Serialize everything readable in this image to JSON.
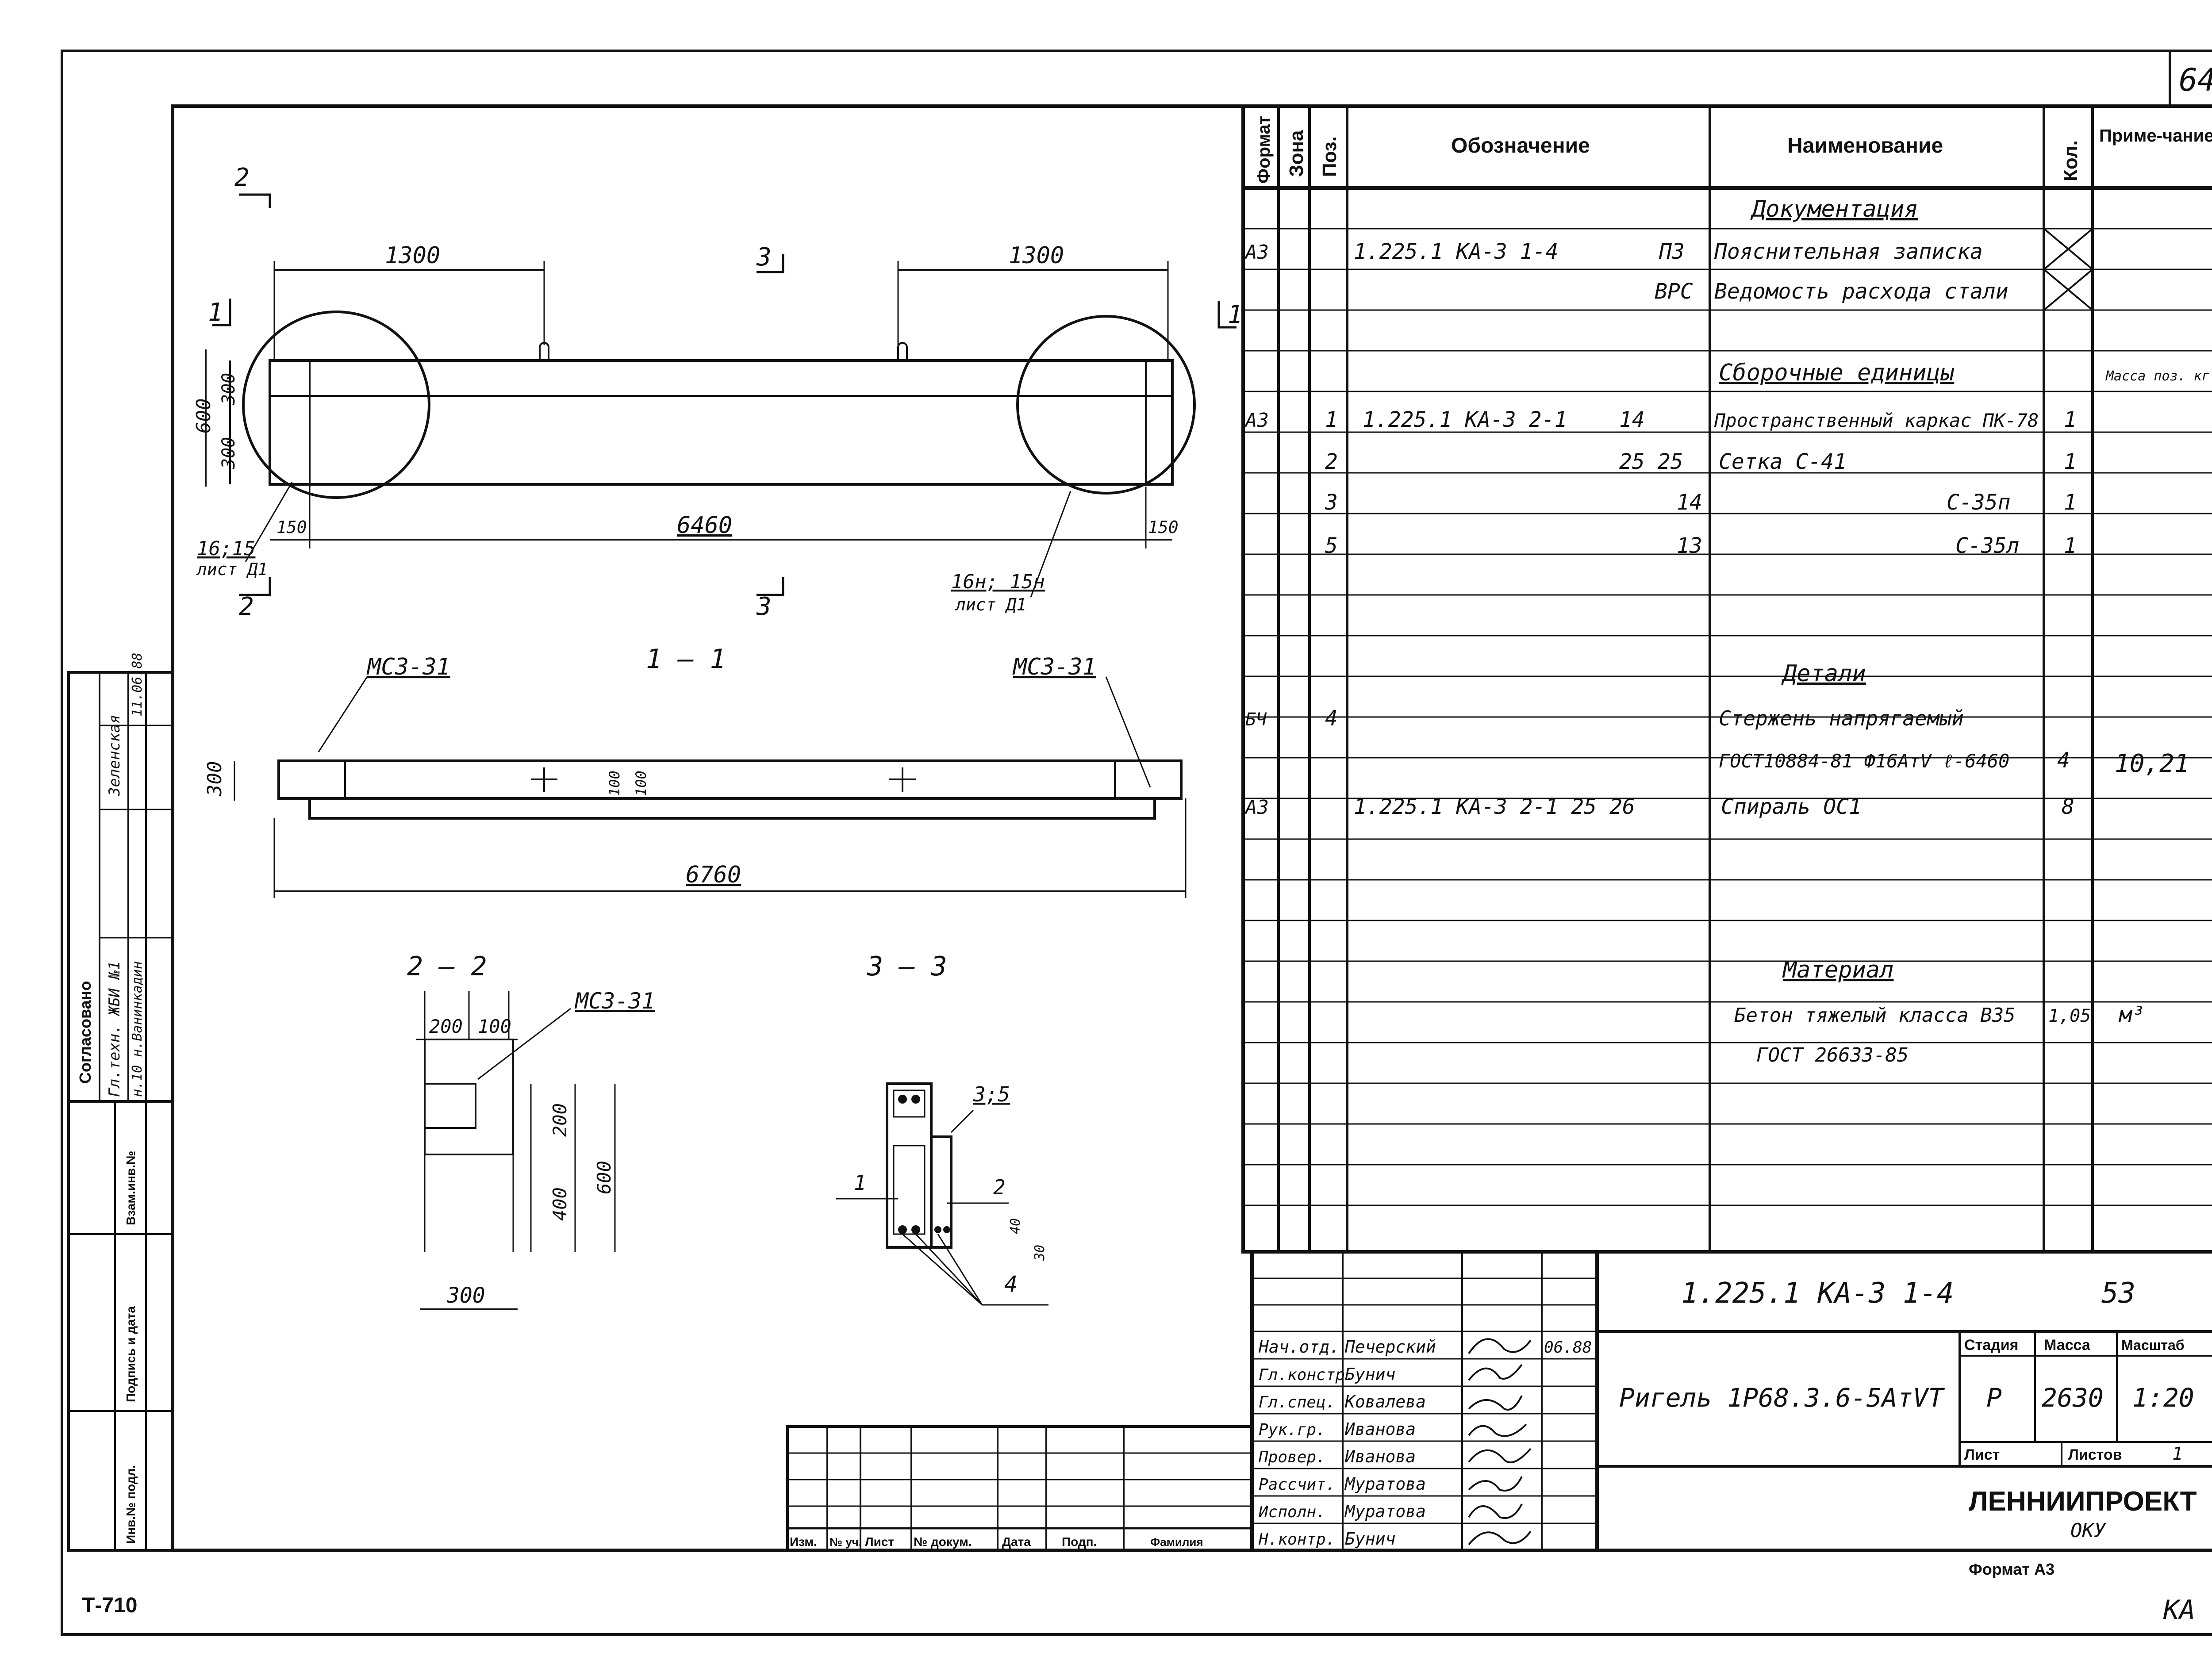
{
  "page": {
    "number": "64",
    "corner_code": "Т-710",
    "corner_mark": "КА"
  },
  "spec_header": {
    "format": "Формат",
    "zone": "Зона",
    "pos": "Поз.",
    "designation": "Обозначение",
    "name": "Наименование",
    "qty": "Кол.",
    "note": "Приме-чание"
  },
  "spec_sections": {
    "documentation": "Документация",
    "assembly": "Сборочные единицы",
    "details": "Детали",
    "material": "Материал"
  },
  "spec_rows": [
    {
      "format": "А3",
      "zone": "",
      "pos": "",
      "designation": "1.225.1 КА-3 1-4",
      "sheet": "ПЗ",
      "name": "Пояснительная записка",
      "qty": "X",
      "note": ""
    },
    {
      "format": "",
      "zone": "",
      "pos": "",
      "designation": "",
      "sheet": "ВРС",
      "name": "Ведомость расхода стали",
      "qty": "X",
      "note": ""
    },
    {
      "format": "",
      "zone": "",
      "pos": "",
      "designation": "",
      "sheet": "",
      "name": "",
      "qty": "",
      "note": "Масса поз. кг"
    },
    {
      "format": "А3",
      "zone": "",
      "pos": "1",
      "designation": "1.225.1 КА-3 2-1",
      "sheet": "14",
      "name": "Пространственный каркас ПК-78",
      "qty": "1",
      "note": ""
    },
    {
      "format": "",
      "zone": "",
      "pos": "2",
      "designation": "",
      "sheet": "25 25",
      "name": "Сетка С-41",
      "qty": "1",
      "note": ""
    },
    {
      "format": "",
      "zone": "",
      "pos": "3",
      "designation": "",
      "sheet": "14",
      "name": "С-35п",
      "qty": "1",
      "note": ""
    },
    {
      "format": "",
      "zone": "",
      "pos": "5",
      "designation": "",
      "sheet": "13",
      "name": "С-35л",
      "qty": "1",
      "note": ""
    },
    {
      "format": "БЧ",
      "zone": "",
      "pos": "4",
      "designation": "",
      "sheet": "",
      "name": "Стержень напрягаемый",
      "qty": "",
      "note": ""
    },
    {
      "format": "",
      "zone": "",
      "pos": "",
      "designation": "",
      "sheet": "",
      "name": "ГОСТ10884-81 Ф16АтV ℓ-6460",
      "qty": "4",
      "note": "10,21"
    },
    {
      "format": "А3",
      "zone": "",
      "pos": "",
      "designation": "1.225.1 КА-3 2-1 25 26",
      "sheet": "",
      "name": "Спираль ОС1",
      "qty": "8",
      "note": ""
    },
    {
      "format": "",
      "zone": "",
      "pos": "",
      "designation": "",
      "sheet": "",
      "name": "Бетон тяжелый класса В35",
      "qty": "1,05",
      "note": "м³"
    },
    {
      "format": "",
      "zone": "",
      "pos": "",
      "designation": "",
      "sheet": "",
      "name": "ГОСТ 26633-85",
      "qty": "",
      "note": ""
    }
  ],
  "title_block": {
    "doc_code": "1.225.1 КА-3 1-4",
    "sheet_num": "53",
    "item_name": "Ригель 1Р68.3.6-5АтVТ",
    "stage_label": "Стадия",
    "mass_label": "Масса",
    "scale_label": "Масштаб",
    "stage": "Р",
    "mass": "2630",
    "scale": "1:20",
    "sheet_label": "Лист",
    "sheets_label": "Листов",
    "sheets": "1",
    "org": "ЛЕННИИПРОЕКТ",
    "org_sub": "ОКУ",
    "format": "Формат А3",
    "date": "06.88",
    "signers": [
      {
        "role": "Нач.отд.",
        "name": "Печерский"
      },
      {
        "role": "Гл.констр.",
        "name": "Бунич"
      },
      {
        "role": "Гл.спец.",
        "name": "Ковалева"
      },
      {
        "role": "Рук.гр.",
        "name": "Иванова"
      },
      {
        "role": "Провер.",
        "name": "Иванова"
      },
      {
        "role": "Рассчит.",
        "name": "Муратова"
      },
      {
        "role": "Исполн.",
        "name": "Муратова"
      },
      {
        "role": "Н.контр.",
        "name": "Бунич"
      }
    ],
    "rev_headers": [
      "Изм.",
      "№ уч.",
      "Лист",
      "№ докум.",
      "Дата",
      "Подп.",
      "Фамилия"
    ]
  },
  "left_strip": {
    "agreed": "Согласовано",
    "agreed_rows": [
      "Гл.техн. ЖБИ №1",
      "Зеленская",
      "11.06.88",
      "н.10 н.Ванинкадин"
    ],
    "stamp_rows": [
      "Взам.инв.№",
      "Подпись и дата",
      "Инв.№ подл."
    ]
  },
  "drawing_labels": {
    "dim_1300_left": "1300",
    "dim_1300_right": "1300",
    "dim_600": "600",
    "dim_300a": "300",
    "dim_300b": "300",
    "dim_150_left": "150",
    "dim_150_right": "150",
    "dim_6460": "6460",
    "note_left": "16;15",
    "note_left_sheet": "лист Д1",
    "note_right": "16н; 15н",
    "note_right_sheet": "лист Д1",
    "section_2": "2",
    "section_3": "3",
    "section_1": "1",
    "section_11_title": "1 — 1",
    "mc_left": "МС3-31",
    "mc_right": "МС3-31",
    "dim_300_side": "300",
    "dim_100a": "100",
    "dim_100b": "100",
    "dim_6760": "6760",
    "section_22_title": "2 — 2",
    "section_33_title": "3 — 3",
    "mc_22": "МС3-31",
    "dim_200": "200",
    "dim_100": "100",
    "dim_200v": "200",
    "dim_400v": "400",
    "dim_600v": "600",
    "dim_300_bottom": "300",
    "callout_35": "3;5",
    "callout_1": "1",
    "callout_2": "2",
    "callout_4": "4",
    "dim_30": "30",
    "dim_40": "40"
  }
}
